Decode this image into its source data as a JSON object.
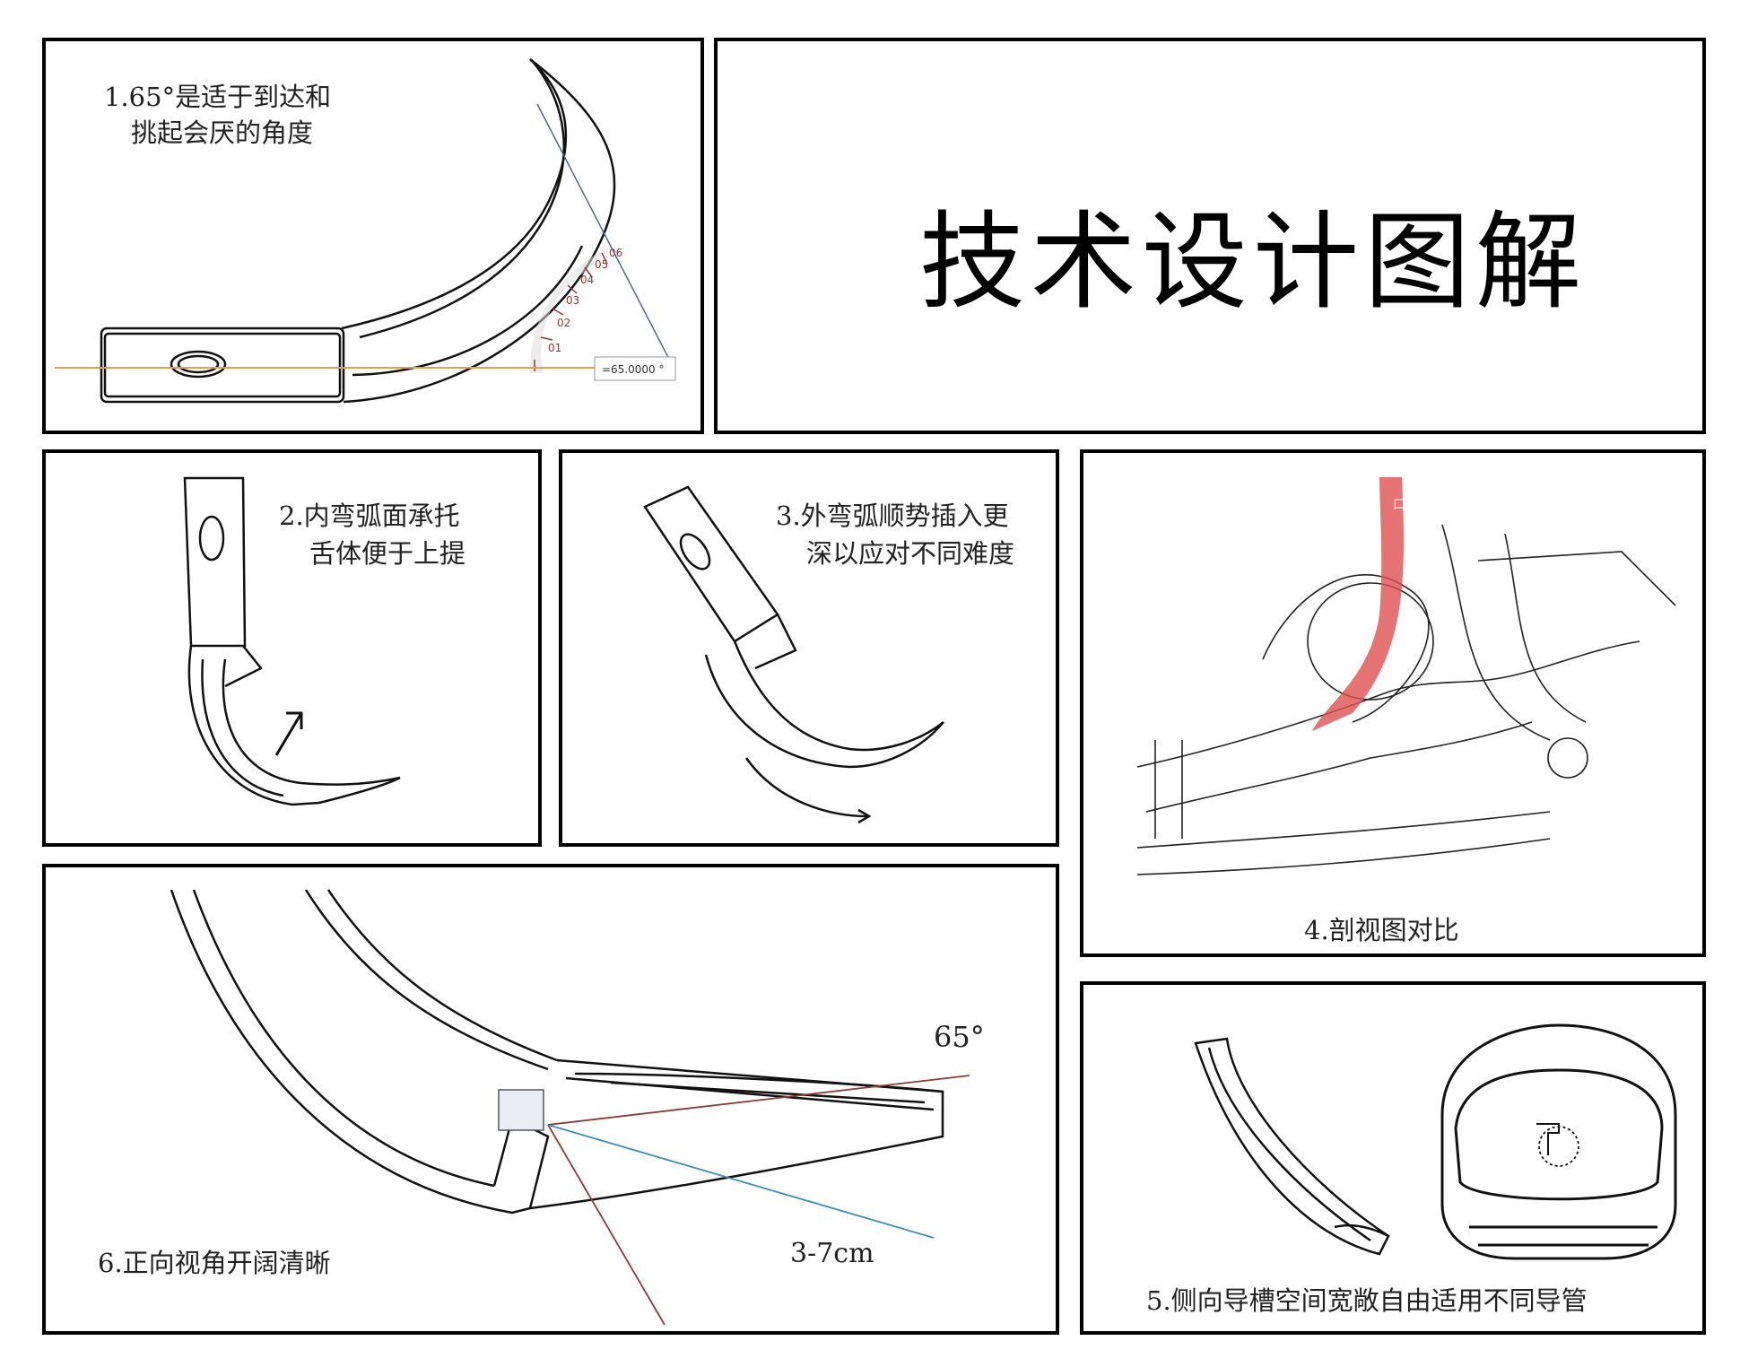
{
  "title": "技术设计图解",
  "panels": {
    "p1": {
      "caption_line1": "1.65°是适于到达和",
      "caption_line2": "挑起会厌的角度",
      "readout": "=65.0000 °",
      "protractor_ticks": [
        "01",
        "02",
        "03",
        "04",
        "05",
        "06"
      ]
    },
    "p2": {
      "caption_line1": "2.内弯弧面承托",
      "caption_line2": "舌体便于上提"
    },
    "p3": {
      "caption_line1": "3.外弯弧顺势插入更",
      "caption_line2": "深以应对不同难度"
    },
    "p4": {
      "caption": "4.剖视图对比",
      "red_label": "口腔"
    },
    "p5": {
      "caption": "5.侧向导槽空间宽敞自由适用不同导管"
    },
    "p6": {
      "caption": "6.正向视角开阔清晰",
      "angle_label": "65°",
      "distance_label": "3-7cm"
    }
  },
  "colors": {
    "border": "#000000",
    "angle_line": "#8b3a3a",
    "view_line": "#3a8fb0",
    "baseline": "#e0a050",
    "airway": "#e05050"
  },
  "icons": [
    "laryngoscope-blade",
    "protractor",
    "arrow-up-right",
    "arrow-right",
    "anatomy-section",
    "blade-cross-section"
  ]
}
